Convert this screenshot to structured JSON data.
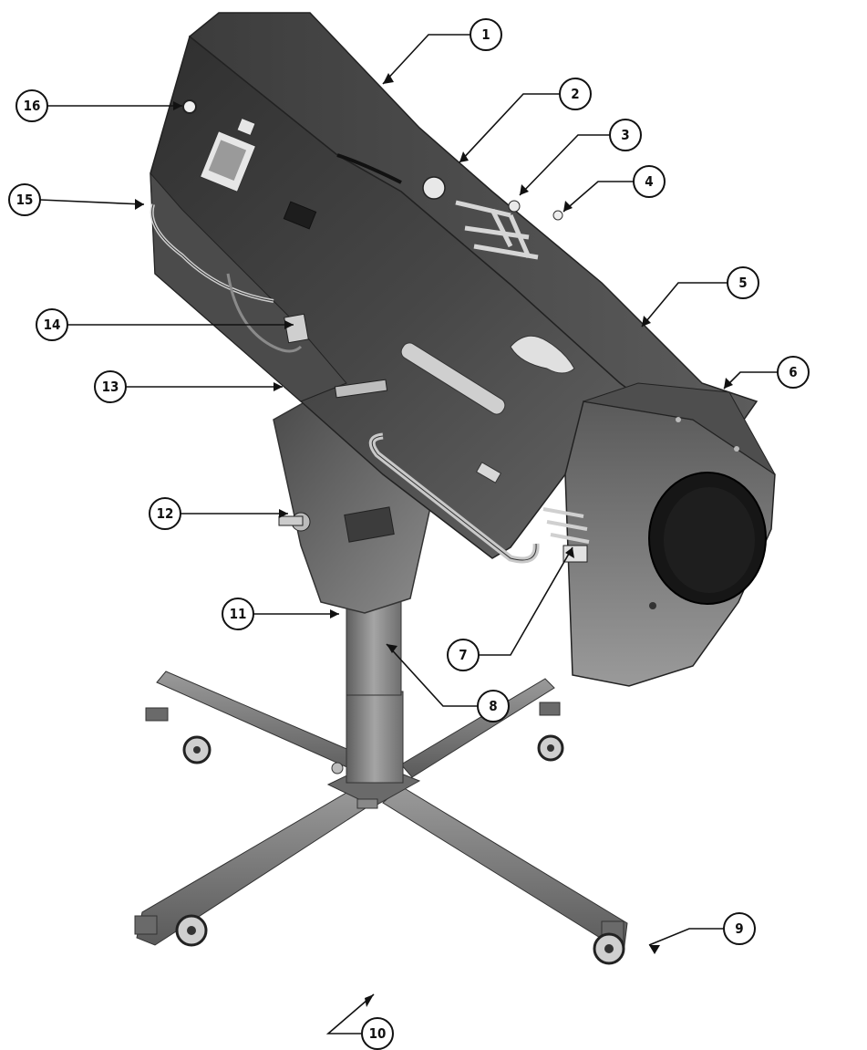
{
  "callouts": [
    {
      "label": "1"
    },
    {
      "label": "2"
    },
    {
      "label": "3"
    },
    {
      "label": "4"
    },
    {
      "label": "5"
    },
    {
      "label": "6"
    },
    {
      "label": "7"
    },
    {
      "label": "8"
    },
    {
      "label": "9"
    },
    {
      "label": "10"
    },
    {
      "label": "11"
    },
    {
      "label": "12"
    },
    {
      "label": "13"
    },
    {
      "label": "14"
    },
    {
      "label": "15"
    },
    {
      "label": "16"
    }
  ],
  "colors": {
    "body_dark": "#3a3a3a",
    "body_mid": "#555555",
    "body_light": "#8a8a8a",
    "stand": "#7a7a7a",
    "lens": "#151515",
    "ink": "#111111"
  }
}
